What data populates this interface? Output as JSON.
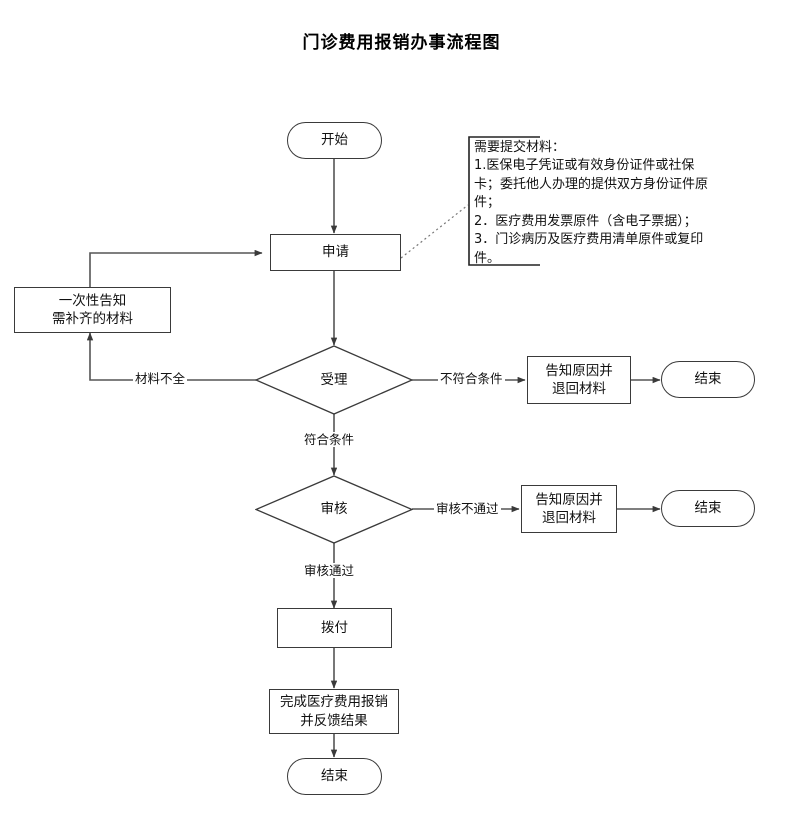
{
  "diagram": {
    "title": "门诊费用报销办事流程图",
    "colors": {
      "stroke": "#3a3a3a",
      "line": "#555555",
      "text": "#111111",
      "background": "#ffffff"
    },
    "nodes": {
      "start_top": "开始",
      "apply": "申请",
      "notify_supplement": "一次性告知\n需补齐的材料",
      "notify_supplement_line1": "一次性告知",
      "notify_supplement_line2": "需补齐的材料",
      "accept_decision": "受理",
      "reject_accept_line1": "告知原因并",
      "reject_accept_line2": "退回材料",
      "end_accept": "结束",
      "review_decision": "审核",
      "reject_review_line1": "告知原因并",
      "reject_review_line2": "退回材料",
      "end_review": "结束",
      "disburse": "拨付",
      "finish_line1": "完成医疗费用报销",
      "finish_line2": "并反馈结果",
      "end_bottom": "结束"
    },
    "edge_labels": {
      "materials_incomplete": "材料不全",
      "not_meet_conditions": "不符合条件",
      "meet_conditions": "符合条件",
      "review_failed": "审核不通过",
      "review_passed": "审核通过"
    },
    "note": {
      "heading": "需要提交材料：",
      "lines": [
        "1.医保电子凭证或有效身份证件或社保",
        "卡；委托他人办理的提供双方身份证件原",
        "件；",
        "2．医疗费用发票原件（含电子票据）；",
        "3．门诊病历及医疗费用清单原件或复印",
        "件。"
      ]
    }
  }
}
